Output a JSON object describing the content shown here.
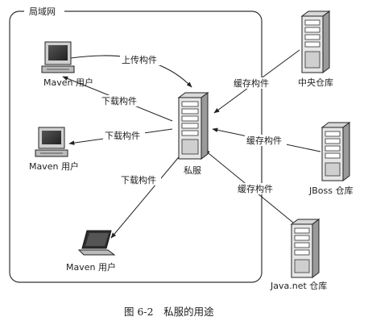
{
  "lan_label": "局域网",
  "nodes": {
    "maven_user_1": "Maven 用户",
    "maven_user_2": "Maven 用户",
    "maven_user_3": "Maven 用户",
    "private_server": "私服",
    "central_repo": "中央仓库",
    "jboss_repo": "JBoss 仓库",
    "javanet_repo": "Java.net 仓库"
  },
  "edges": {
    "upload": "上传构件",
    "download_1": "下载构件",
    "download_2": "下载构件",
    "download_3": "下载构件",
    "cache_central": "缓存构件",
    "cache_jboss": "缓存构件",
    "cache_javanet": "缓存构件"
  },
  "caption": "图 6-2　私服的用途"
}
